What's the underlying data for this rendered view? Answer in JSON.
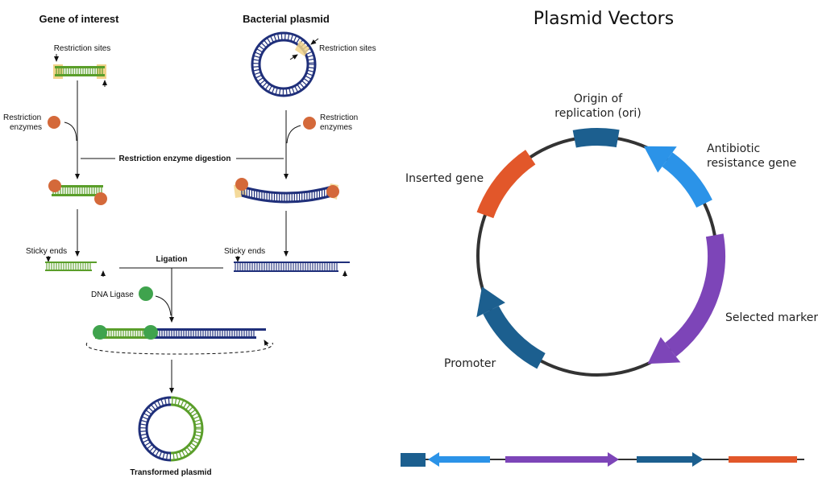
{
  "left_panel": {
    "gene_of_interest": "Gene of interest",
    "bacterial_plasmid": "Bacterial plasmid",
    "restriction_sites_1": "Restriction sites",
    "restriction_sites_2": "Restriction sites",
    "restriction_enzymes_1": [
      "Restriction",
      "enzymes"
    ],
    "restriction_enzymes_2": [
      "Restriction",
      "enzymes"
    ],
    "restriction_enzyme_digestion": "Restriction enzyme digestion",
    "sticky_ends_1": "Sticky ends",
    "sticky_ends_2": "Sticky ends",
    "ligation": "Ligation",
    "dna_ligase": "DNA Ligase",
    "transformed_plasmid": "Transformed plasmid"
  },
  "right_panel": {
    "title": "Plasmid Vectors",
    "origin_of_replication": [
      "Origin of",
      "replication (ori)"
    ],
    "antibiotic_resistance_gene": [
      "Antibiotic",
      "resistance gene"
    ],
    "inserted_gene": "Inserted gene",
    "selected_marker": "Selected marker",
    "promoter": "Promoter"
  },
  "colors": {
    "green": "#5a9e2a",
    "navy": "#1f2f7a",
    "enzyme": "#d4693a",
    "ligase": "#3fa34d",
    "site_highlight": "#f2d38a",
    "ori": "#1c5f8f",
    "antibiotic": "#2b93e8",
    "inserted": "#e2572a",
    "marker": "#7d45b8",
    "promoter": "#1c5f8f"
  }
}
